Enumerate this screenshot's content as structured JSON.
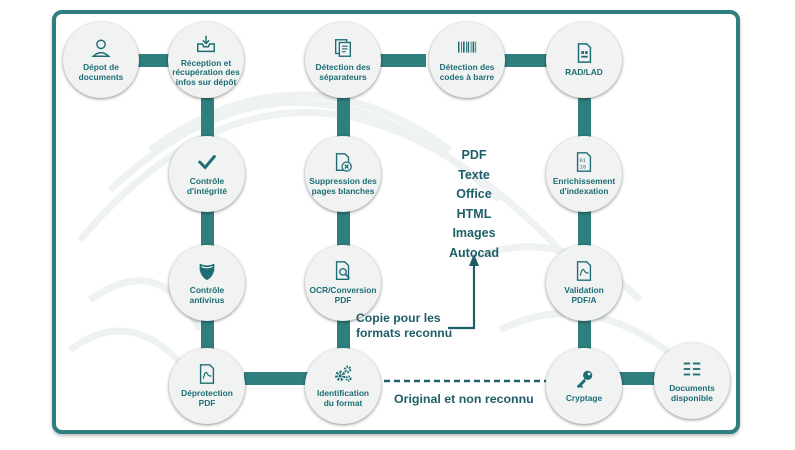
{
  "nodes": {
    "depot": {
      "label": "Dépot de\ndocuments",
      "icon": "user-icon"
    },
    "reception": {
      "label": "Réception et\nrécupération des\ninfos sur dépôt",
      "icon": "inbox-tray-icon"
    },
    "separateurs": {
      "label": "Détection des\nséparateurs",
      "icon": "documents-stack-icon"
    },
    "codes": {
      "label": "Détection des\ncodes à barre",
      "icon": "barcode-icon"
    },
    "rad": {
      "label": "RAD/LAD",
      "icon": "document-scan-icon"
    },
    "integrite": {
      "label": "Contrôle\nd'intégrité",
      "icon": "checkmark-icon"
    },
    "suppression": {
      "label": "Suppression des\npages blanches",
      "icon": "document-delete-icon"
    },
    "enrichissement": {
      "label": "Enrichissement\nd'indexation",
      "icon": "binary-file-icon"
    },
    "antivirus": {
      "label": "Contrôle\nantivirus",
      "icon": "shield-icon"
    },
    "ocr": {
      "label": "OCR/Conversion\nPDF",
      "icon": "document-search-icon"
    },
    "validation": {
      "label": "Validation\nPDF/A",
      "icon": "pdf-file-icon"
    },
    "deprotection": {
      "label": "Déprotection\nPDF",
      "icon": "pdf-file-icon"
    },
    "identification": {
      "label": "Identification\ndu format",
      "icon": "gears-icon"
    },
    "cryptage": {
      "label": "Cryptage",
      "icon": "key-icon"
    },
    "disponible": {
      "label": "Documents\ndisponible",
      "icon": "list-icon"
    }
  },
  "formats": [
    "PDF",
    "Texte",
    "Office",
    "HTML",
    "Images",
    "Autocad"
  ],
  "copie_label": "Copie pour les\nformats reconnu",
  "original_label": "Original et non reconnu",
  "colors": {
    "teal": "#2f7f7e",
    "text": "#1e6d74",
    "node_bg": "#f1f3f3"
  }
}
